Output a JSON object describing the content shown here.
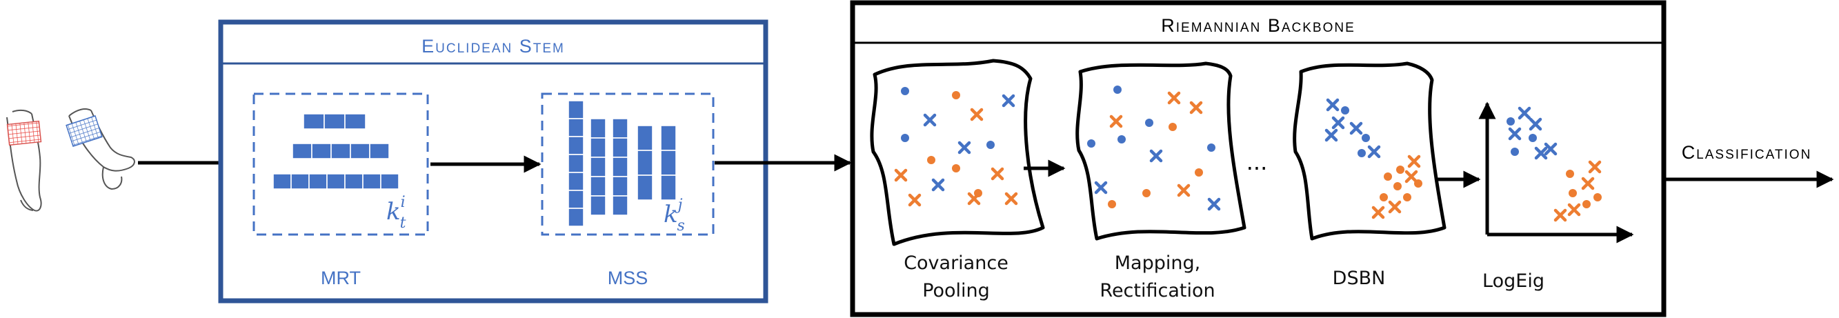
{
  "stem": {
    "title": "Euclidean Stem",
    "mrt_label": "MRT",
    "mss_label": "MSS",
    "kt": {
      "base": "k",
      "sup": "i",
      "sub": "t"
    },
    "ks": {
      "base": "k",
      "sup": "j",
      "sub": "s"
    }
  },
  "backbone": {
    "title": "Riemannian Backbone",
    "ellipsis": "...",
    "stages": [
      {
        "line1": "Covariance",
        "line2": "Pooling"
      },
      {
        "line1": "Mapping,",
        "line2": "Rectification"
      },
      {
        "line1": "DSBN",
        "line2": ""
      },
      {
        "line1": "LogEig",
        "line2": ""
      }
    ]
  },
  "output": {
    "label": "Classification"
  },
  "colors": {
    "stem_frame": "#2f5597",
    "accent_blue": "#4472c4",
    "accent_orange": "#ed7d31",
    "frame_black": "#000000"
  },
  "icons": {
    "input": "forearm-with-sensor-bands-icon",
    "markers_blue": "blue-circle-and-cross-markers",
    "markers_orange": "orange-circle-and-cross-markers"
  }
}
